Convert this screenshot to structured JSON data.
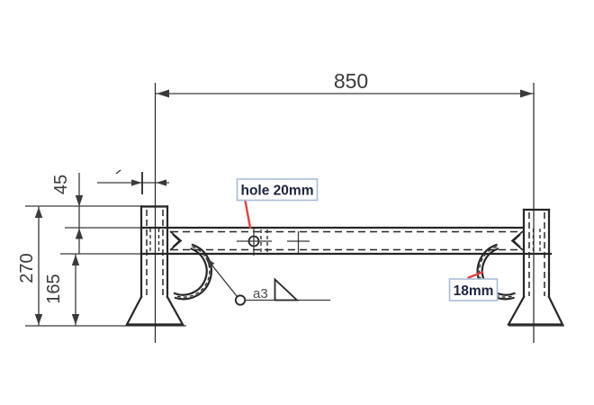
{
  "colors": {
    "paper": "#ffffff",
    "line": "#262626",
    "dim": "#3a3a3a",
    "red": "#e04343",
    "calloutBorder": "#a9bdd6",
    "calloutText": "#1d2440",
    "weldText": "#4a4a4a"
  },
  "dims": {
    "span": "850",
    "overall_height": "270",
    "lower_height": "165",
    "top_offset": "45"
  },
  "callouts": {
    "hole": "hole 20mm",
    "thickness": "18mm"
  },
  "weld": {
    "size": "a3"
  }
}
